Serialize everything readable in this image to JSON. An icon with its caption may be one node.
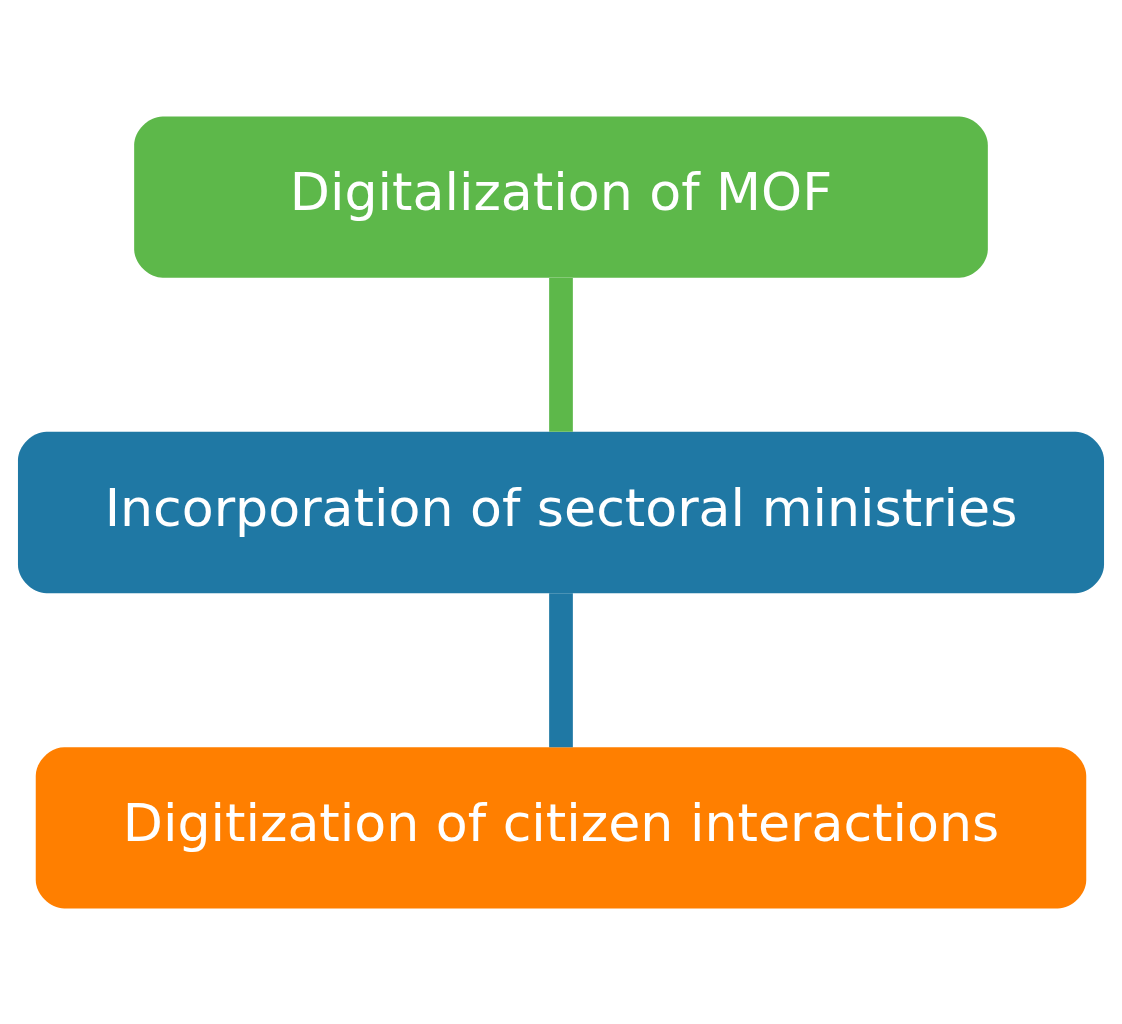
{
  "diagram": {
    "nodes": [
      {
        "text": [
          "Digitalization of MOF"
        ]
      },
      {
        "text": [
          "Incorporation of sectoral ministries"
        ]
      },
      {
        "text": [
          "Digitization of citizen interactions"
        ]
      }
    ],
    "edges": [
      {
        "from": 0,
        "to": 1,
        "arrow": "none",
        "color": "#5db84a"
      },
      {
        "from": 1,
        "to": 2,
        "arrow": "none",
        "color": "#1f78a4"
      }
    ]
  }
}
